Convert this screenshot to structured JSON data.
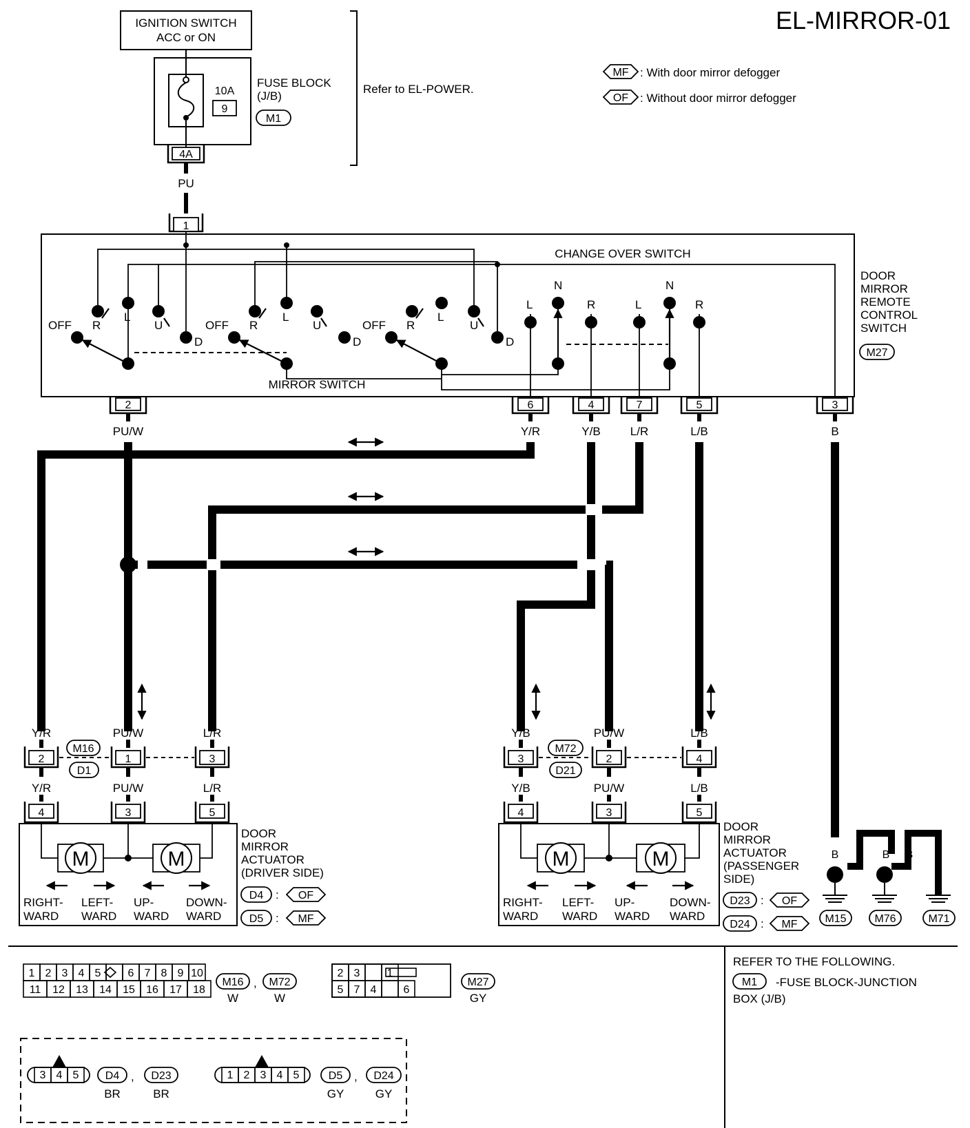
{
  "title": "EL-MIRROR-01",
  "legend": {
    "mf_code": "MF",
    "mf_text": ": With door mirror defogger",
    "of_code": "OF",
    "of_text": ": Without door mirror defogger"
  },
  "power": {
    "ignition_line1": "IGNITION SWITCH",
    "ignition_line2": "ACC or ON",
    "fuse_amp": "10A",
    "fuse_num": "9",
    "fuse_block_line1": "FUSE BLOCK",
    "fuse_block_line2": "(J/B)",
    "fuse_block_connector": "M1",
    "terminal": "4A",
    "wire": "PU",
    "refer": "Refer to EL-POWER."
  },
  "remote_switch": {
    "name_lines": [
      "DOOR",
      "MIRROR",
      "REMOTE",
      "CONTROL",
      "SWITCH"
    ],
    "connector": "M27",
    "change_over": "CHANGE OVER SWITCH",
    "mirror_switch": "MIRROR SWITCH",
    "input_pin": "1",
    "pos_off": "OFF",
    "pos_r": "R",
    "pos_l": "L",
    "pos_u": "U",
    "pos_d": "D",
    "pos_n": "N",
    "pins": [
      {
        "pin": "2",
        "wire": "PU/W"
      },
      {
        "pin": "6",
        "wire": "Y/R"
      },
      {
        "pin": "4",
        "wire": "Y/B"
      },
      {
        "pin": "7",
        "wire": "L/R"
      },
      {
        "pin": "5",
        "wire": "L/B"
      },
      {
        "pin": "3",
        "wire": "B"
      }
    ]
  },
  "driver": {
    "conn_top": "M16",
    "conn_bot": "D1",
    "upper": [
      {
        "pin": "2",
        "wire": "Y/R"
      },
      {
        "pin": "1",
        "wire": "PU/W"
      },
      {
        "pin": "3",
        "wire": "L/R"
      }
    ],
    "lower": [
      {
        "pin": "4",
        "wire": "Y/R"
      },
      {
        "pin": "3",
        "wire": "PU/W"
      },
      {
        "pin": "5",
        "wire": "L/R"
      }
    ],
    "name_lines": [
      "DOOR",
      "MIRROR",
      "ACTUATOR",
      "(DRIVER SIDE)"
    ],
    "motor": "M",
    "directions": [
      [
        "RIGHT-",
        "WARD"
      ],
      [
        "LEFT-",
        "WARD"
      ],
      [
        "UP-",
        "WARD"
      ],
      [
        "DOWN-",
        "WARD"
      ]
    ],
    "variants": [
      {
        "conn": "D4",
        "code": "OF"
      },
      {
        "conn": "D5",
        "code": "MF"
      }
    ]
  },
  "passenger": {
    "conn_top": "M72",
    "conn_bot": "D21",
    "upper": [
      {
        "pin": "3",
        "wire": "Y/B"
      },
      {
        "pin": "2",
        "wire": "PU/W"
      },
      {
        "pin": "4",
        "wire": "L/B"
      }
    ],
    "lower": [
      {
        "pin": "4",
        "wire": "Y/B"
      },
      {
        "pin": "3",
        "wire": "PU/W"
      },
      {
        "pin": "5",
        "wire": "L/B"
      }
    ],
    "name_lines": [
      "DOOR",
      "MIRROR",
      "ACTUATOR",
      "(PASSENGER",
      " SIDE)"
    ],
    "motor": "M",
    "directions": [
      [
        "RIGHT-",
        "WARD"
      ],
      [
        "LEFT-",
        "WARD"
      ],
      [
        "UP-",
        "WARD"
      ],
      [
        "DOWN-",
        "WARD"
      ]
    ],
    "variants": [
      {
        "conn": "D23",
        "code": "OF"
      },
      {
        "conn": "D24",
        "code": "MF"
      }
    ]
  },
  "grounds": {
    "wire": "B",
    "labels": [
      "M15",
      "M76",
      "M71"
    ]
  },
  "connector_views": {
    "m16": {
      "row1": [
        "1",
        "2",
        "3",
        "4",
        "5",
        "",
        "6",
        "7",
        "8",
        "9",
        "10"
      ],
      "row2": [
        "11",
        "12",
        "13",
        "14",
        "15",
        "16",
        "17",
        "18"
      ],
      "label_a": "M16",
      "label_b": "M72",
      "sep": ",",
      "color": "W"
    },
    "m27": {
      "row1": [
        "2",
        "3",
        "",
        "1"
      ],
      "row2": [
        "5",
        "7",
        "4",
        "",
        "6"
      ],
      "label": "M27",
      "color": "GY"
    },
    "d4": {
      "pins": [
        "3",
        "4",
        "5"
      ],
      "label_a": "D4",
      "label_b": "D23",
      "color_a": "BR",
      "color_b": "BR"
    },
    "d5": {
      "pins": [
        "1",
        "2",
        "3",
        "4",
        "5"
      ],
      "label_a": "D5",
      "label_b": "D24",
      "color_a": "GY",
      "color_b": "GY"
    }
  },
  "refer_box": {
    "line1": "REFER TO THE FOLLOWING.",
    "conn": "M1",
    "line2": "-FUSE BLOCK-JUNCTION",
    "line3": "BOX (J/B)"
  }
}
